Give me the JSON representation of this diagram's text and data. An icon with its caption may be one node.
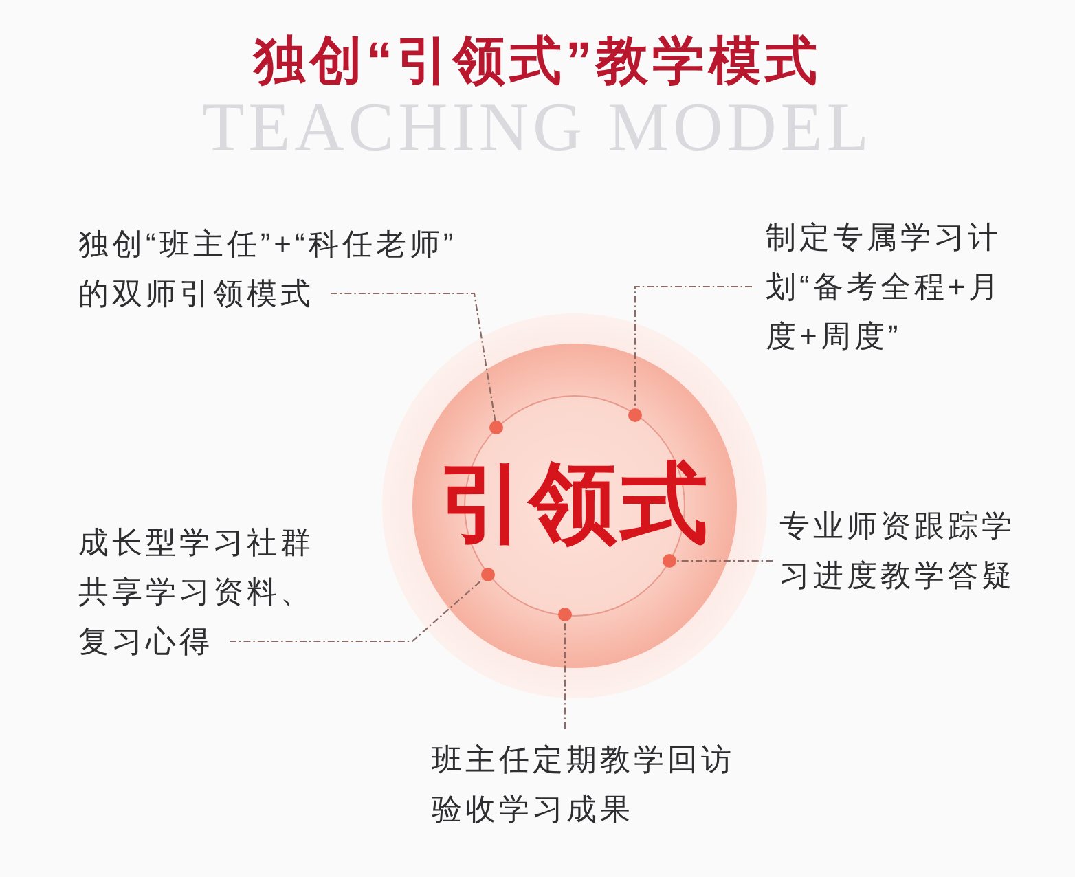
{
  "diagram": {
    "title": "独创“引领式”教学模式",
    "nodes": [
      {
        "text": [
          "独创“班主任”+“科任老师”的双师引领模式"
        ]
      },
      {
        "text": [
          "制定专属学习计划“备考全程+月度+周度”"
        ]
      },
      {
        "text": [
          "引领式"
        ]
      },
      {
        "text": [],
        "shape": "circle",
        "in": 2
      },
      {
        "text": [],
        "shape": "circle",
        "in": 2
      },
      {
        "text": [],
        "shape": "circle",
        "in": 2
      },
      {
        "text": [],
        "shape": "circle",
        "in": 2
      },
      {
        "text": [],
        "shape": "circle",
        "in": 2
      },
      {
        "text": [
          "成长型学习社群共享学习资料、复习心得"
        ]
      },
      {
        "text": [
          "专业师资跟踪学习进度教学答疑"
        ]
      },
      {
        "text": [
          "班主任定期教学回访验收学习成果"
        ]
      }
    ],
    "edges": [
      {
        "from": 0,
        "to": 4,
        "arrow": "none",
        "style": "dashed"
      },
      {
        "from": 1,
        "to": 6,
        "arrow": "none",
        "style": "dashed"
      },
      {
        "from": 8,
        "to": 3,
        "arrow": "none",
        "style": "dashed"
      },
      {
        "from": 9,
        "to": 7,
        "arrow": "none",
        "style": "dashed"
      },
      {
        "from": 10,
        "to": 5,
        "arrow": "none",
        "style": "dashed"
      }
    ],
    "labels": [
      "TEACHING MODEL"
    ]
  }
}
